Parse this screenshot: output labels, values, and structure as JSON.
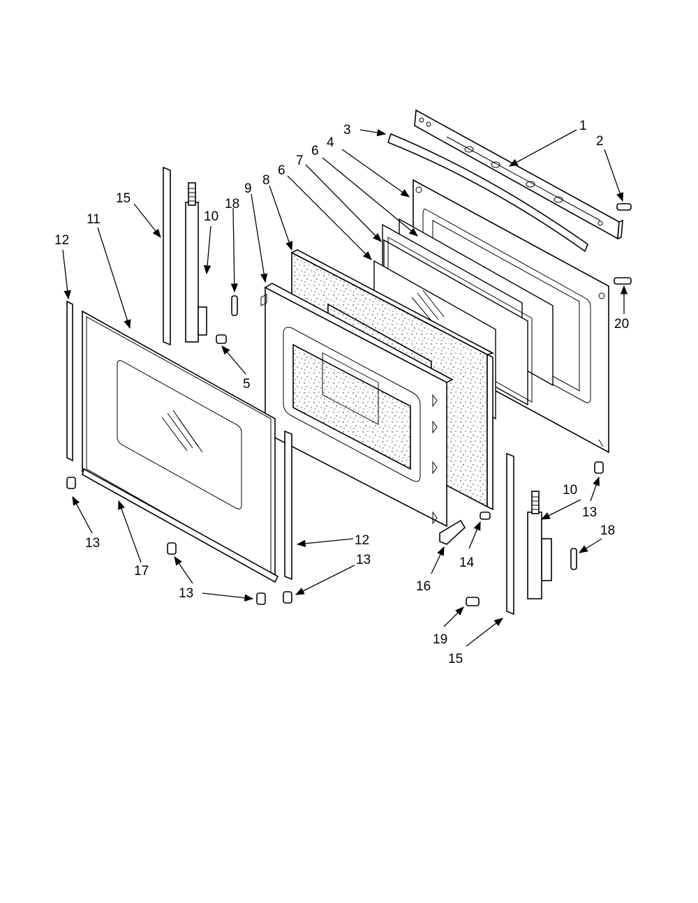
{
  "diagram": {
    "callouts": {
      "c1": "1",
      "c2": "2",
      "c3": "3",
      "c4": "4",
      "c5": "5",
      "c6a": "6",
      "c6b": "6",
      "c7": "7",
      "c8": "8",
      "c9": "9",
      "c10a": "10",
      "c10b": "10",
      "c11": "11",
      "c12a": "12",
      "c12b": "12",
      "c13a": "13",
      "c13b": "13",
      "c13c": "13",
      "c13d": "13",
      "c14": "14",
      "c15a": "15",
      "c15b": "15",
      "c16": "16",
      "c17": "17",
      "c18a": "18",
      "c18b": "18",
      "c19": "19",
      "c20": "20"
    }
  }
}
